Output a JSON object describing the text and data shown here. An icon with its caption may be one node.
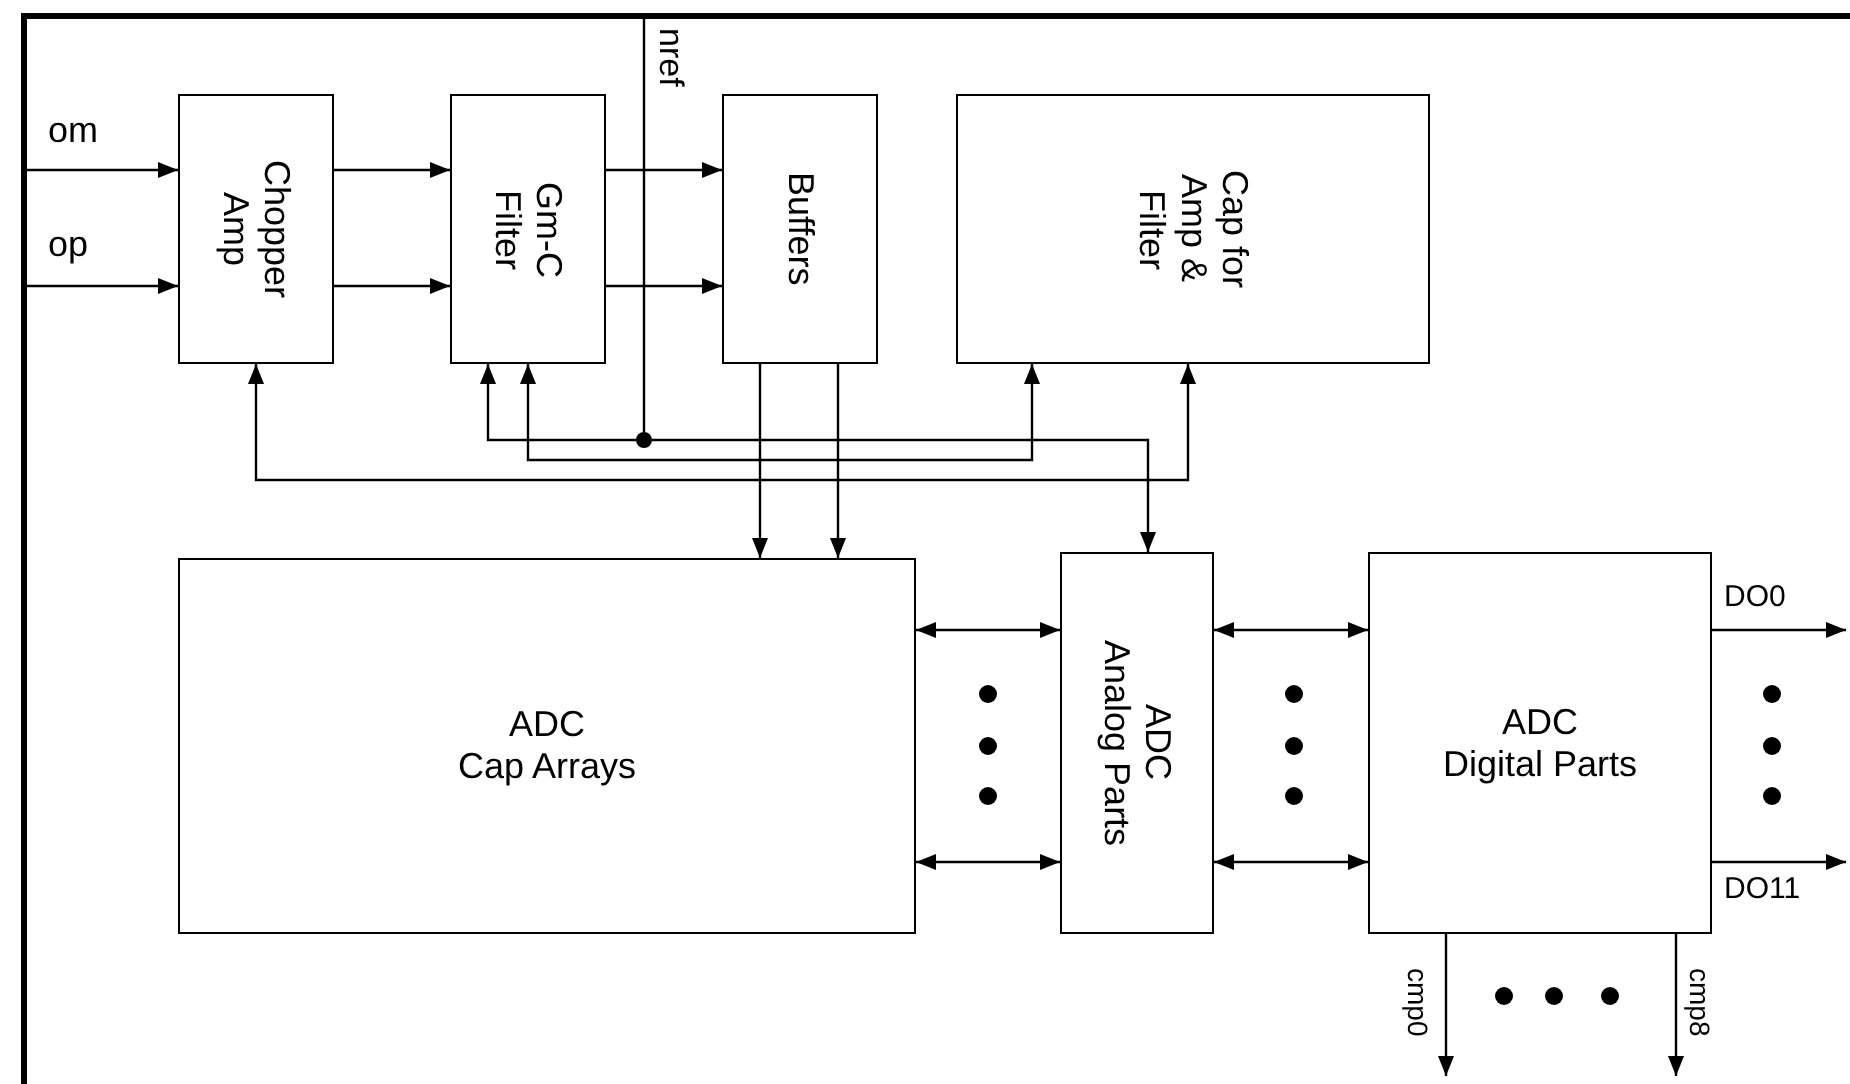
{
  "diagram": {
    "nodes": [
      {
        "text": [
          "Chopper Amp"
        ]
      },
      {
        "text": [
          "Gm-C Filter"
        ]
      },
      {
        "text": [
          "Buffers"
        ]
      },
      {
        "text": [
          "Cap for Amp & Filter"
        ]
      },
      {
        "text": [
          "ADC",
          "Cap Arrays"
        ]
      },
      {
        "text": [
          "ADC",
          "Analog Parts"
        ]
      },
      {
        "text": [
          "ADC",
          "Digital Parts"
        ]
      },
      {
        "text": [],
        "shape": "circle"
      }
    ],
    "edges": [
      {
        "from": null,
        "to": 0,
        "arrow": "to",
        "label": "om"
      },
      {
        "from": null,
        "to": 0,
        "arrow": "to",
        "label": "op"
      },
      {
        "from": 0,
        "to": 1,
        "arrow": "to"
      },
      {
        "from": 0,
        "to": 1,
        "arrow": "to"
      },
      {
        "from": 1,
        "to": 2,
        "arrow": "to"
      },
      {
        "from": 1,
        "to": 2,
        "arrow": "to"
      },
      {
        "from": null,
        "to": 7,
        "arrow": "none",
        "label": "nref"
      },
      {
        "from": 7,
        "to": 1,
        "arrow": "to"
      },
      {
        "from": 7,
        "to": 5,
        "arrow": "to"
      },
      {
        "from": 1,
        "to": 3,
        "arrow": "both"
      },
      {
        "from": 0,
        "to": 3,
        "arrow": "both"
      },
      {
        "from": 2,
        "to": 4,
        "arrow": "to"
      },
      {
        "from": 2,
        "to": 4,
        "arrow": "to"
      },
      {
        "from": 4,
        "to": 5,
        "arrow": "both"
      },
      {
        "from": 4,
        "to": 5,
        "arrow": "both"
      },
      {
        "from": 5,
        "to": 6,
        "arrow": "both"
      },
      {
        "from": 5,
        "to": 6,
        "arrow": "both"
      },
      {
        "from": 6,
        "to": null,
        "arrow": "to",
        "label": "DO0"
      },
      {
        "from": 6,
        "to": null,
        "arrow": "to",
        "label": "DO11"
      },
      {
        "from": 6,
        "to": null,
        "arrow": "to",
        "label": "cmp0"
      },
      {
        "from": 6,
        "to": null,
        "arrow": "to",
        "label": "cmp8"
      }
    ]
  }
}
